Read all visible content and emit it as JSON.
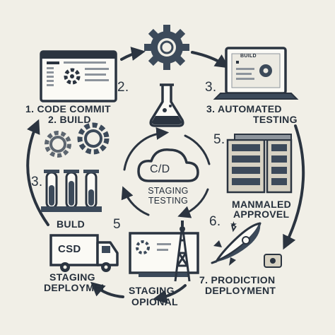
{
  "diagram": {
    "center": {
      "badge": "C/D",
      "line1": "STAGING",
      "line2": "TESTING"
    },
    "labels": {
      "code_commit": "1. CODE COMMIT",
      "build_two": "2. BUILD",
      "num_two": "2.",
      "num_three_top": "3.",
      "automated_testing": "3. AUTOMATED",
      "testing": "TESTING",
      "num_three_left": "3.",
      "num_five_right": "5.",
      "manual_approval_1": "MANMALED",
      "manual_approval_2": "APPROVEL",
      "num_six": "6.",
      "build_bottom": "BULD",
      "num_five_bottom": "5",
      "truck_text": "CSD",
      "staging_deployment_1": "STAGING",
      "staging_deployment_2": "DEPLOYMEI",
      "staging_optional_1": "STAGING",
      "staging_optional_2": "OPIONAL",
      "production_1": "7. PRODICTION",
      "production_2": "DEPLOYMENT",
      "laptop_text": "BUILD"
    }
  },
  "colors": {
    "background": "#f1efe7",
    "ink": "#2b3440",
    "accent": "#3c4a5a",
    "shade": "#8d949c"
  },
  "icons": [
    "monitor-icon",
    "gear-icon",
    "flask-icon",
    "laptop-icon",
    "test-tubes-icon",
    "cloud-icon",
    "server-rack-icon",
    "truck-icon",
    "oil-derrick-icon",
    "rocket-icon"
  ]
}
